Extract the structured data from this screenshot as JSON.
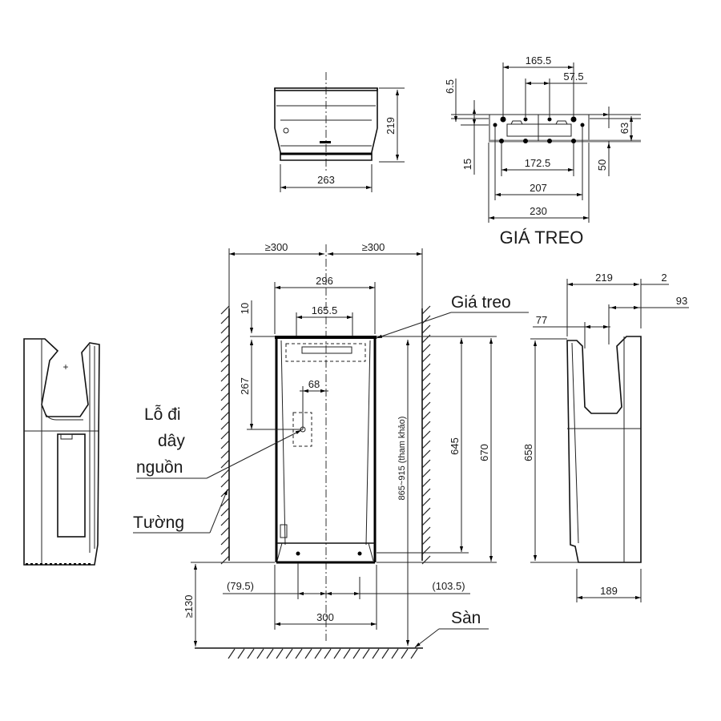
{
  "diagram": {
    "type": "technical-drawing",
    "subject": "hand dryer installation dimensions",
    "units": "mm"
  },
  "top_view": {
    "width_label": "263",
    "height_label": "219"
  },
  "bracket_view": {
    "title": "GIÁ TREO",
    "dims": {
      "top_span": "165.5",
      "inner_span": "57.5",
      "left_offset": "6.5",
      "left_height": "15",
      "right_height_top": "63",
      "right_height_bottom": "50",
      "hole_span": "172.5",
      "inner_width": "207",
      "total_width": "230"
    }
  },
  "front_view": {
    "clear_left": "≥300",
    "clear_right": "≥300",
    "body_width": "296",
    "bracket_span": "165.5",
    "top_gap": "10",
    "cable_height": "267",
    "cable_offset": "68",
    "mount_height": "865~915 (tham khảo)",
    "height_inner": "645",
    "height_total": "670",
    "bottom_clearance": "≥130",
    "left_offset": "(79.5)",
    "right_offset": "(103.5)",
    "base_width": "300"
  },
  "side_view": {
    "depth": "219",
    "gap": "2",
    "slot_offset": "93",
    "slot_width": "77",
    "height": "658",
    "bottom_depth": "189"
  },
  "labels": {
    "bracket": "Giá treo",
    "cable_hole_line1": "Lỗ đi",
    "cable_hole_line2": "dây",
    "cable_hole_line3": "nguồn",
    "wall": "Tường",
    "floor": "Sàn"
  },
  "colors": {
    "line": "#000000",
    "background": "#ffffff"
  }
}
